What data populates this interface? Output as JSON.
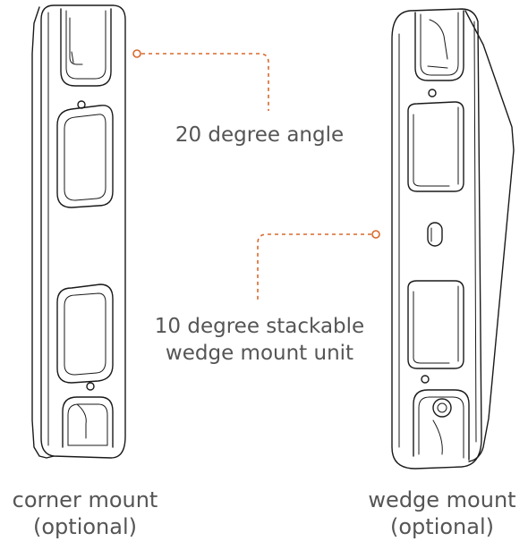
{
  "annotations": {
    "angle": "20 degree angle",
    "wedge_line1": "10 degree stackable",
    "wedge_line2": "wedge mount unit"
  },
  "captions": {
    "corner_line1": "corner mount",
    "corner_line2": "(optional)",
    "wedge_line1": "wedge mount",
    "wedge_line2": "(optional)"
  },
  "colors": {
    "outline": "#1a1a1a",
    "leader": "#d9682b",
    "text": "#555555"
  }
}
